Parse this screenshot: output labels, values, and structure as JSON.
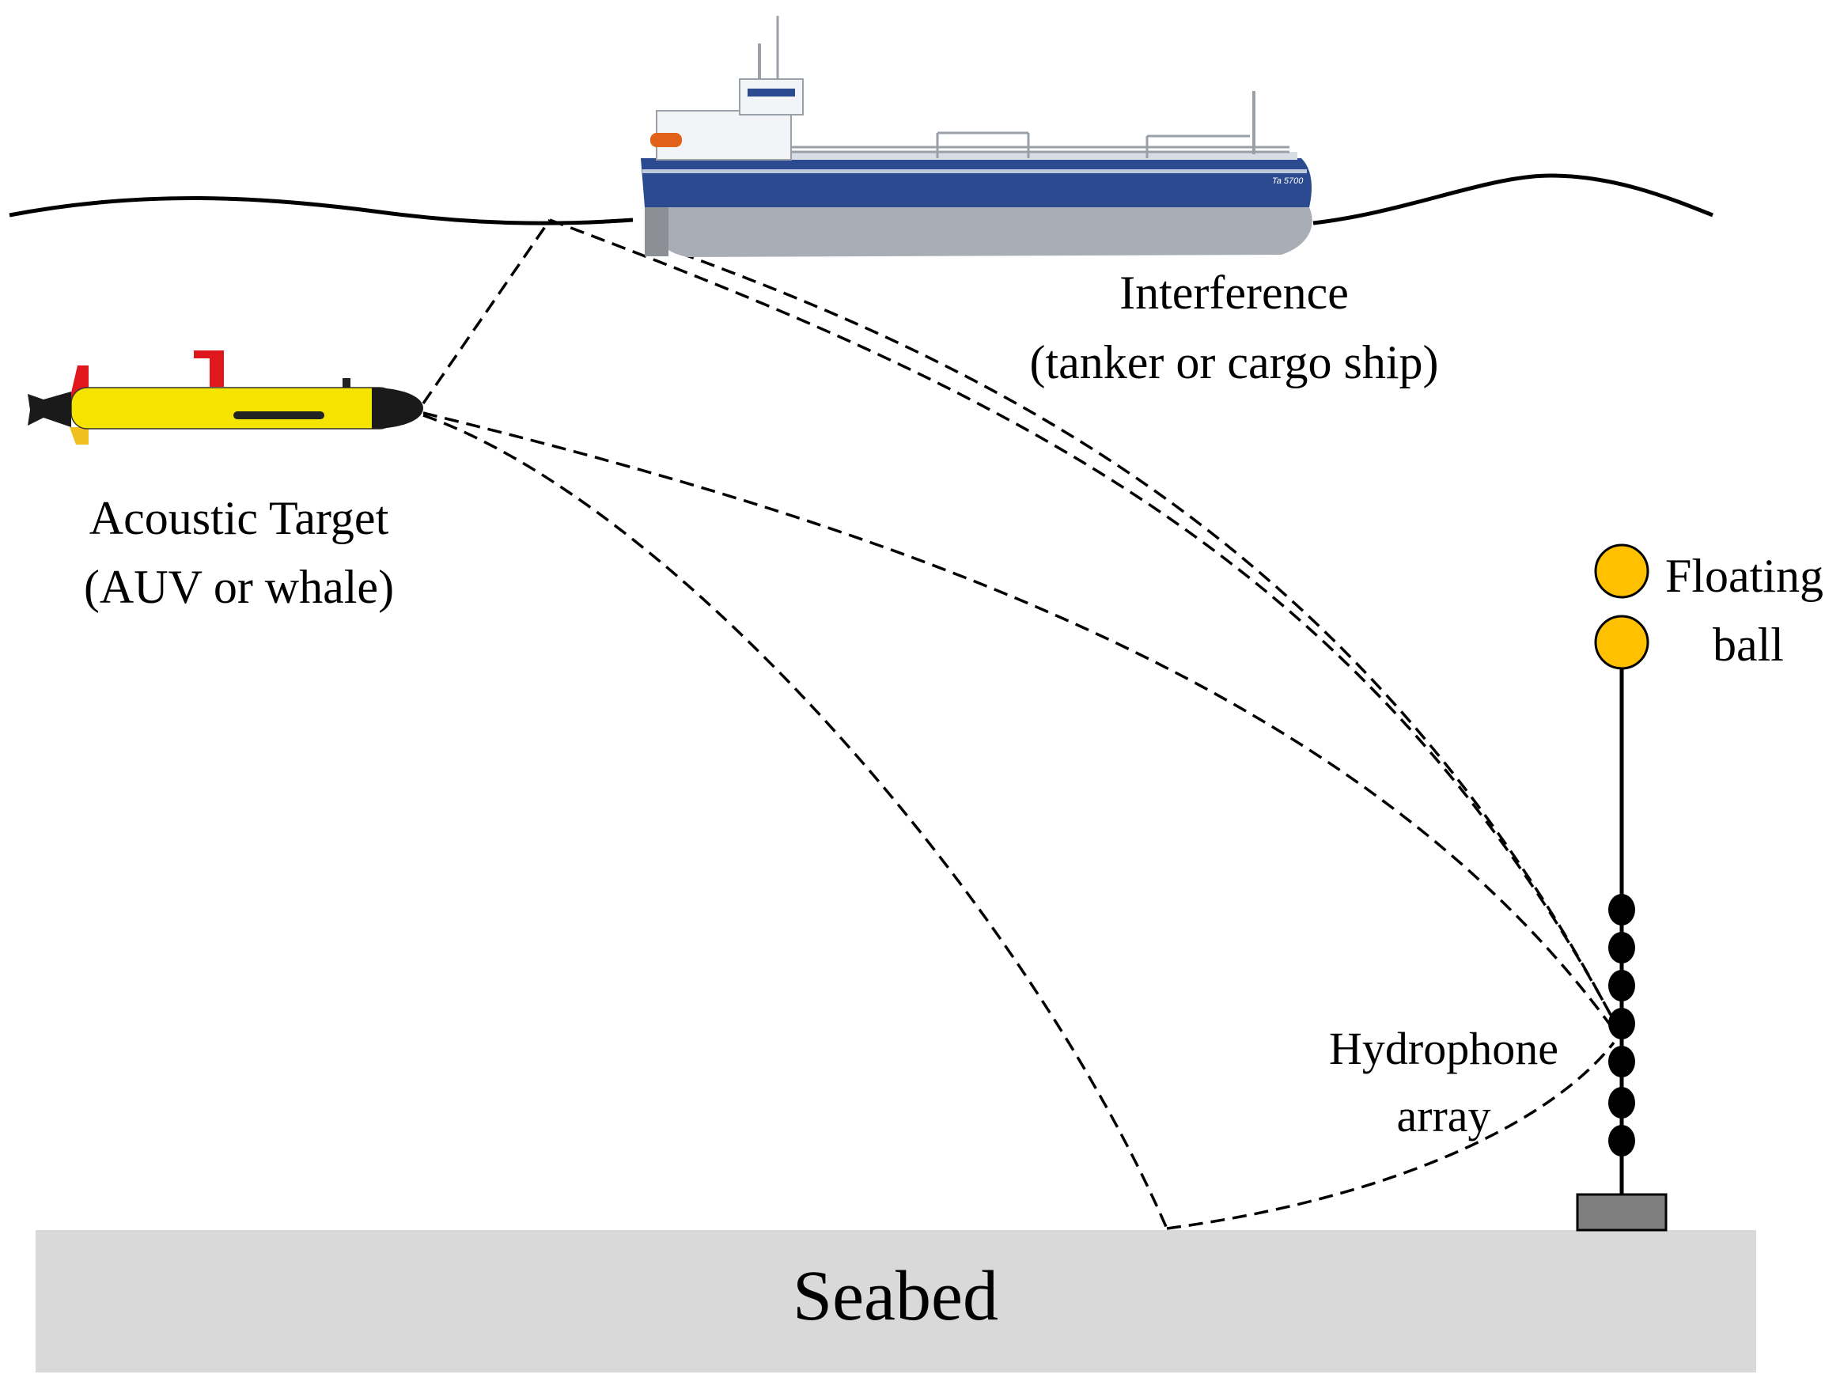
{
  "labels": {
    "interference_line1": "Interference",
    "interference_line2": "(tanker or cargo ship)",
    "target_line1": "Acoustic Target",
    "target_line2": "(AUV or whale)",
    "floating_line1": "Floating",
    "floating_line2": "ball",
    "hydrophone_line1": "Hydrophone",
    "hydrophone_line2": "array",
    "seabed": "Seabed",
    "ship_hull_name": "Ta 5700"
  },
  "colors": {
    "seabed": "#d9d9d9",
    "floating_ball": "#ffc000",
    "hydrophone": "#000000",
    "anchor": "#7f7f7f",
    "ship_upper_hull": "#2b4a8f",
    "ship_lower_hull": "#a9adb5",
    "ship_superstructure": "#f2f4f7",
    "auv_body": "#f5e400",
    "auv_fin_top": "#e0181e",
    "auv_fin_bottom": "#f0c020",
    "auv_nose": "#1a1a1a"
  },
  "icons": {
    "ship": "tanker-ship-icon",
    "auv": "auv-icon"
  },
  "hydrophone_count": 7,
  "floating_ball_count": 2
}
